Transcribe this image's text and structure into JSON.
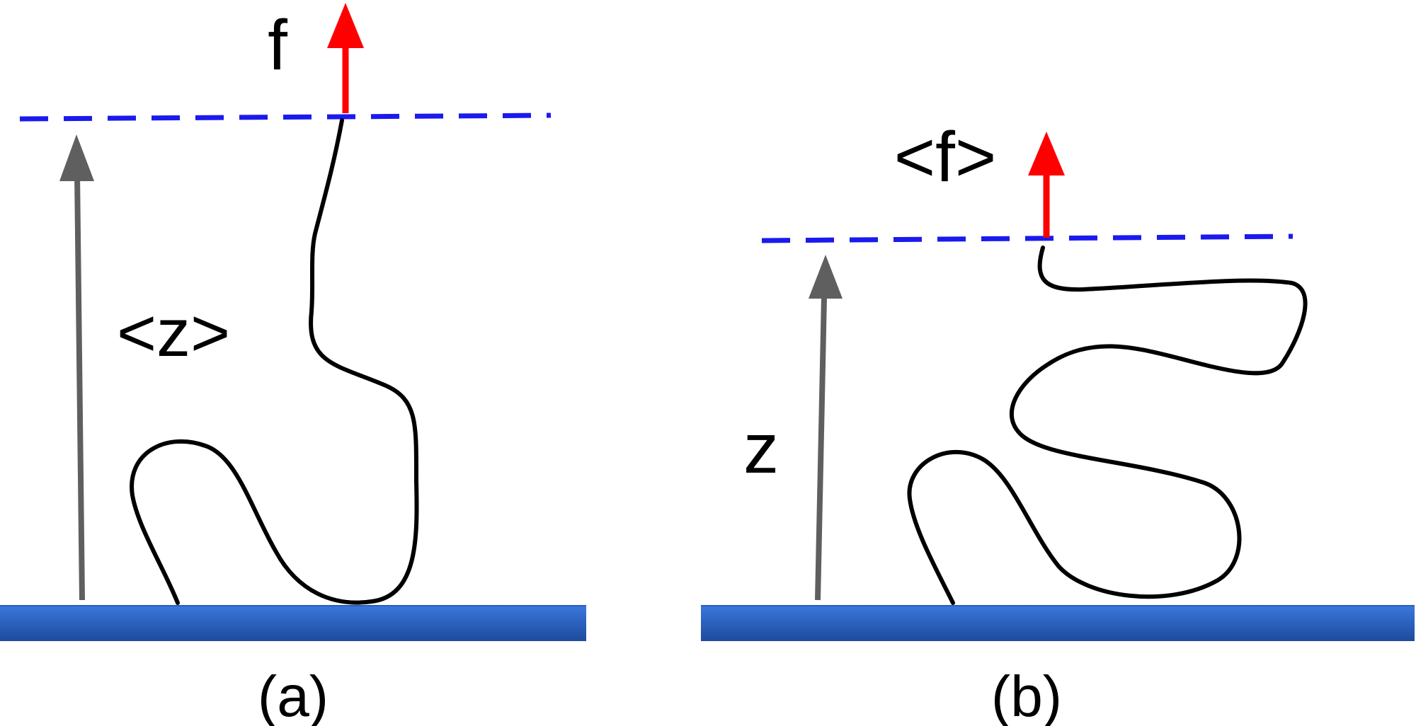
{
  "panels": [
    {
      "caption": "(a)",
      "force_label": "f",
      "height_label": "<z>"
    },
    {
      "caption": "(b)",
      "force_label": "<f>",
      "height_label": "z"
    }
  ],
  "colors": {
    "surface_top": "#3a78dc",
    "surface_bottom": "#1d4a9c",
    "dashed_line": "#1a1aee",
    "force_arrow": "#ff0000",
    "height_arrow": "#5f5f5f",
    "polymer": "#000000"
  }
}
